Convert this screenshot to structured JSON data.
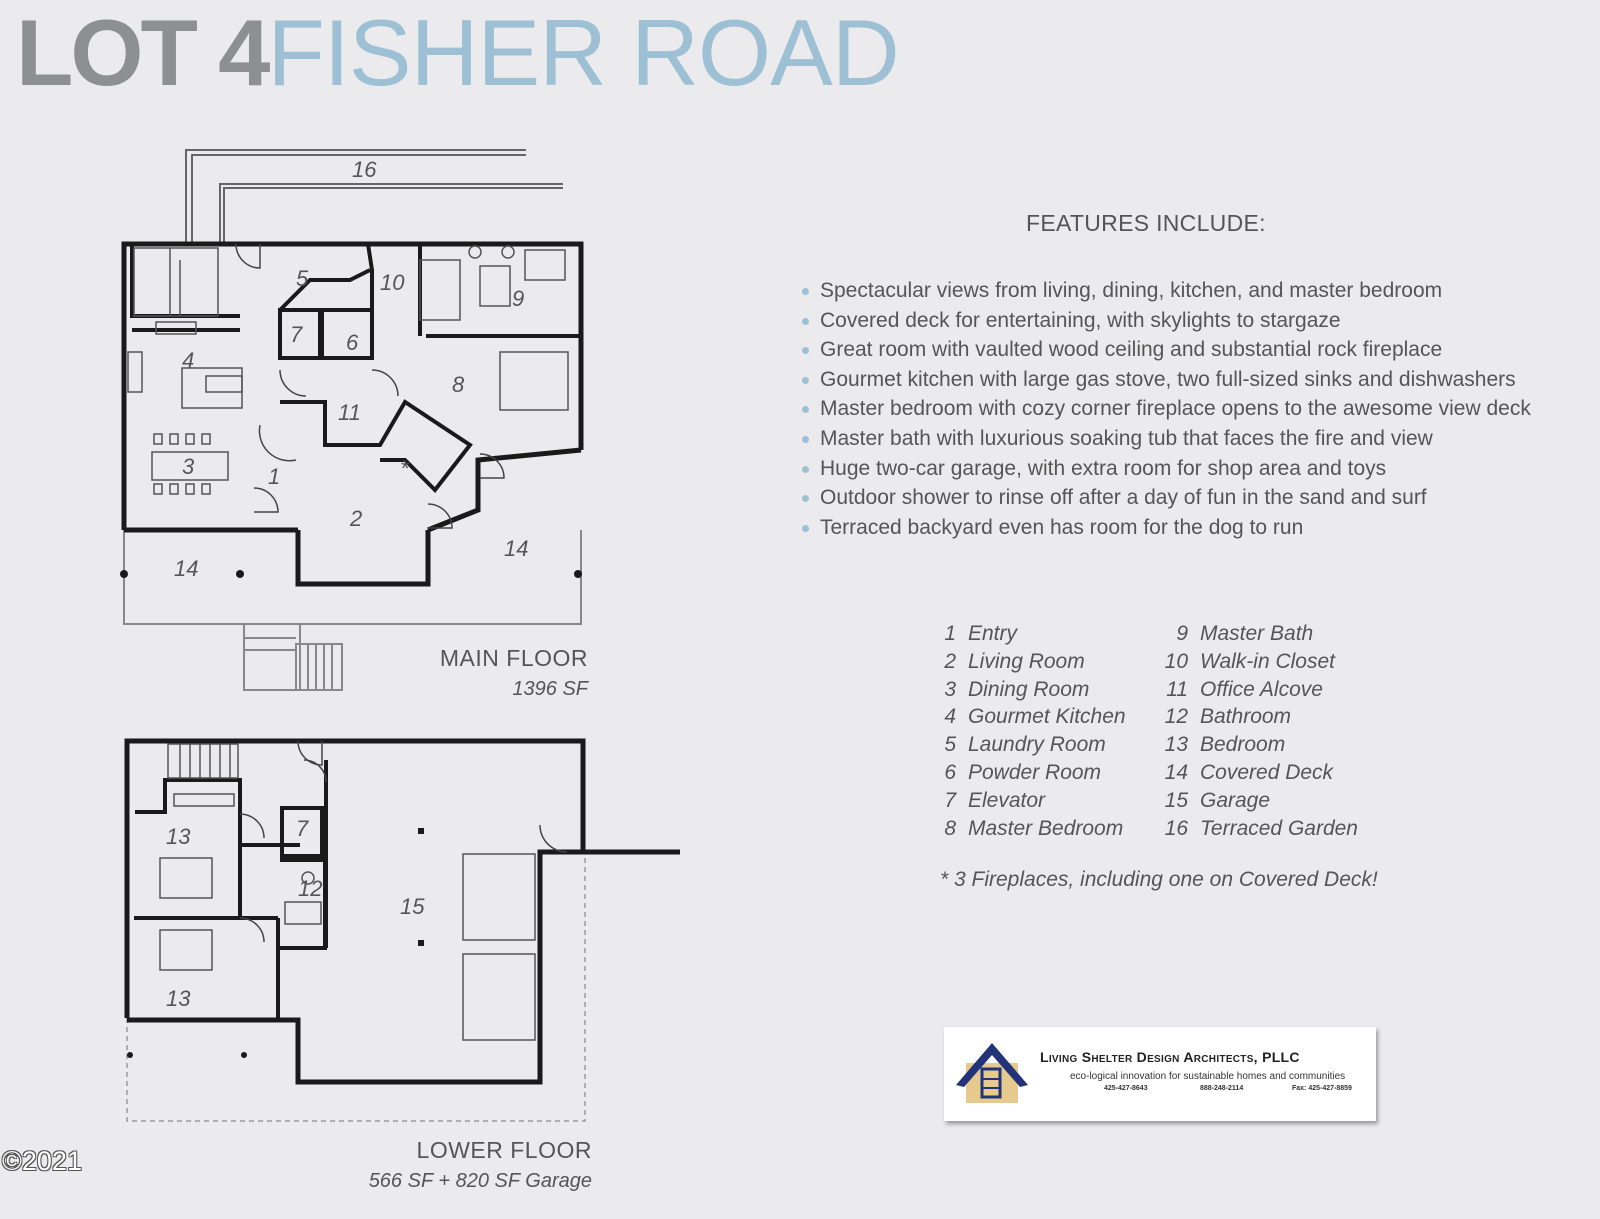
{
  "title": {
    "lot": "LOT 4",
    "road": "FISHER ROAD"
  },
  "main_floor": {
    "name": "MAIN FLOOR",
    "area": "1396 SF",
    "room_numbers": [
      "16",
      "5",
      "10",
      "9",
      "7",
      "6",
      "4",
      "8",
      "11",
      "3",
      "1",
      "2",
      "14",
      "14",
      "*"
    ]
  },
  "lower_floor": {
    "name": "LOWER FLOOR",
    "area": "566 SF + 820 SF Garage",
    "room_numbers": [
      "7",
      "13",
      "12",
      "15",
      "13"
    ]
  },
  "features": {
    "heading": "FEATURES INCLUDE:",
    "items": [
      "Spectacular views from living, dining, kitchen, and master bedroom",
      "Covered deck for entertaining, with skylights to stargaze",
      "Great room with vaulted wood ceiling and substantial rock fireplace",
      "Gourmet kitchen with large gas stove, two full-sized sinks and dishwashers",
      "Master bedroom with cozy corner fireplace opens to the awesome view deck",
      "Master bath with luxurious soaking tub that faces the fire and view",
      "Huge two-car garage, with extra room for shop area and toys",
      "Outdoor shower to rinse off after a day of fun in the sand and surf",
      "Terraced backyard even has room for the dog to run"
    ]
  },
  "legend": {
    "left": [
      {
        "num": "1",
        "label": "Entry"
      },
      {
        "num": "2",
        "label": "Living Room"
      },
      {
        "num": "3",
        "label": "Dining Room"
      },
      {
        "num": "4",
        "label": "Gourmet Kitchen"
      },
      {
        "num": "5",
        "label": "Laundry Room"
      },
      {
        "num": "6",
        "label": "Powder Room"
      },
      {
        "num": "7",
        "label": "Elevator"
      },
      {
        "num": "8",
        "label": "Master Bedroom"
      }
    ],
    "right": [
      {
        "num": "9",
        "label": "Master Bath"
      },
      {
        "num": "10",
        "label": "Walk-in Closet"
      },
      {
        "num": "11",
        "label": "Office Alcove"
      },
      {
        "num": "12",
        "label": "Bathroom"
      },
      {
        "num": "13",
        "label": "Bedroom"
      },
      {
        "num": "14",
        "label": "Covered Deck"
      },
      {
        "num": "15",
        "label": "Garage"
      },
      {
        "num": "16",
        "label": "Terraced Garden"
      }
    ]
  },
  "note": "* 3 Fireplaces, including one on Covered Deck!",
  "architect": {
    "name": "Living Shelter Design Architects, PLLC",
    "tagline": "eco-logical innovation for sustainable homes and communities",
    "phone1": "425-427-8643",
    "phone2": "888-248-2114",
    "fax": "Fax: 425-427-8859"
  },
  "copyright": "©2021",
  "colors": {
    "title_gray": "#8e8f91",
    "title_blue": "#9ec0d4",
    "bullet": "#9ec0d4",
    "background": "#ebebed",
    "wall": "#1a1a1a"
  }
}
